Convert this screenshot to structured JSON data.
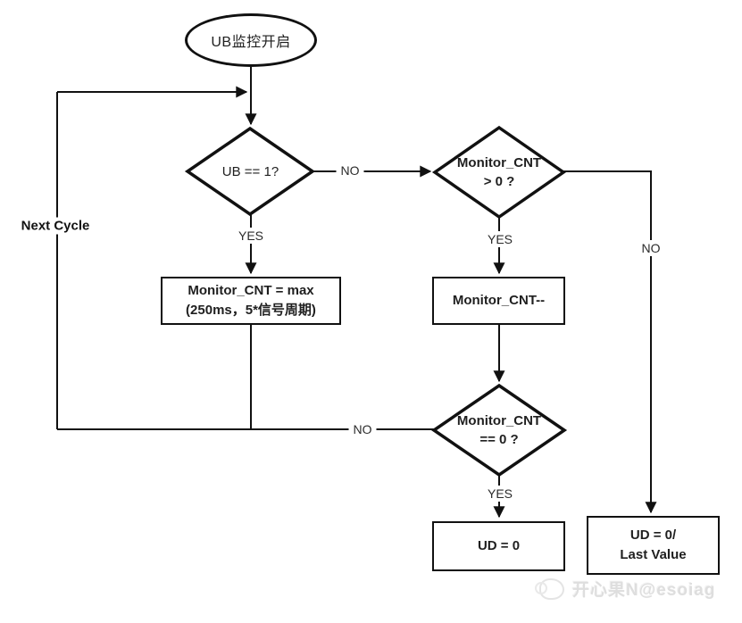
{
  "diagram": {
    "type": "flowchart",
    "nodes": {
      "start": {
        "label": "UB监控开启",
        "shape": "terminator"
      },
      "check_ub": {
        "label": "UB == 1?",
        "shape": "decision"
      },
      "check_cnt_gt0": {
        "line1": "Monitor_CNT",
        "line2": "> 0 ?",
        "shape": "decision"
      },
      "set_max": {
        "line1": "Monitor_CNT = max",
        "line2": "(250ms，5*信号周期)",
        "shape": "process"
      },
      "decrement": {
        "label": "Monitor_CNT--",
        "shape": "process"
      },
      "check_cnt_eq0": {
        "line1": "Monitor_CNT",
        "line2": "== 0 ?",
        "shape": "decision"
      },
      "ud_zero": {
        "label": "UD = 0",
        "shape": "process"
      },
      "ud_zero_or_last": {
        "line1": "UD = 0/",
        "line2": "Last Value",
        "shape": "process"
      }
    },
    "edge_labels": {
      "d1_no": "NO",
      "d1_yes": "YES",
      "d2_yes": "YES",
      "d2_no": "NO",
      "d3_no": "NO",
      "d3_yes": "YES",
      "next_cycle": "Next Cycle"
    },
    "watermark": {
      "text": "开心果N@esoiag"
    },
    "colors": {
      "stroke": "#111111",
      "text": "#1f1f1f",
      "background": "#ffffff",
      "watermark": "#dedede"
    }
  }
}
